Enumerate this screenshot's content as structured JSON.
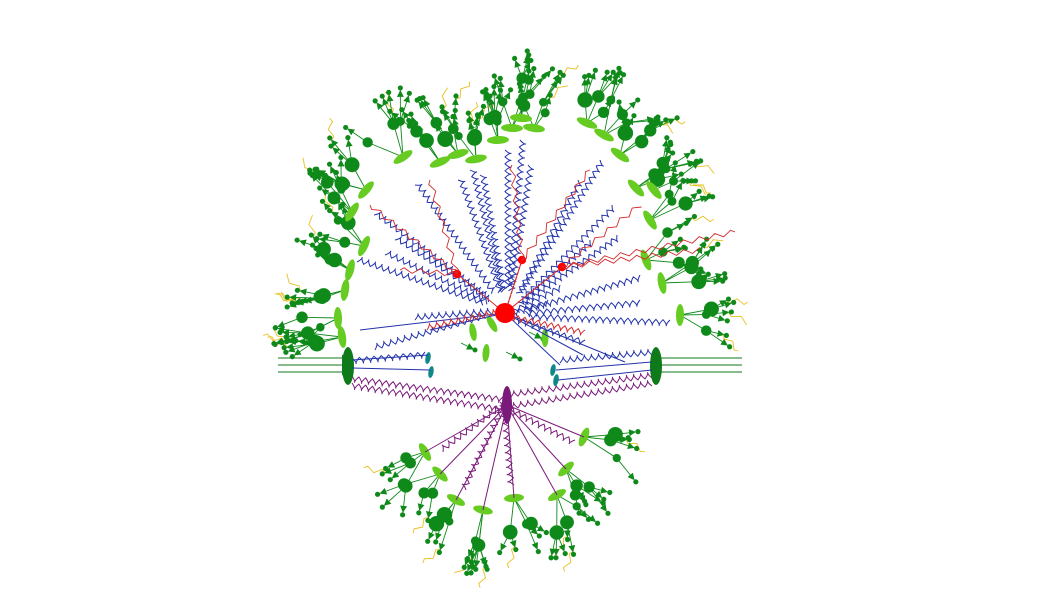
{
  "diagram": {
    "kind": "event-generator schematic",
    "labels_present": false,
    "colors": {
      "hard_process": "#ff0000",
      "hard_radiation": "#d42a2a",
      "gluon": "#2233aa",
      "underlying_event": "#7a1a7a",
      "incoming_beam": "#0f7a1a",
      "hadron": "#0f8a1a",
      "cluster": "#66cc22",
      "photon": "#e8c020",
      "beam_remnant": "#118888"
    },
    "icons": [
      "hard-interaction-vertex",
      "mpi-vertex",
      "incoming-hadron",
      "cluster",
      "hadron",
      "photon",
      "gluon"
    ]
  }
}
